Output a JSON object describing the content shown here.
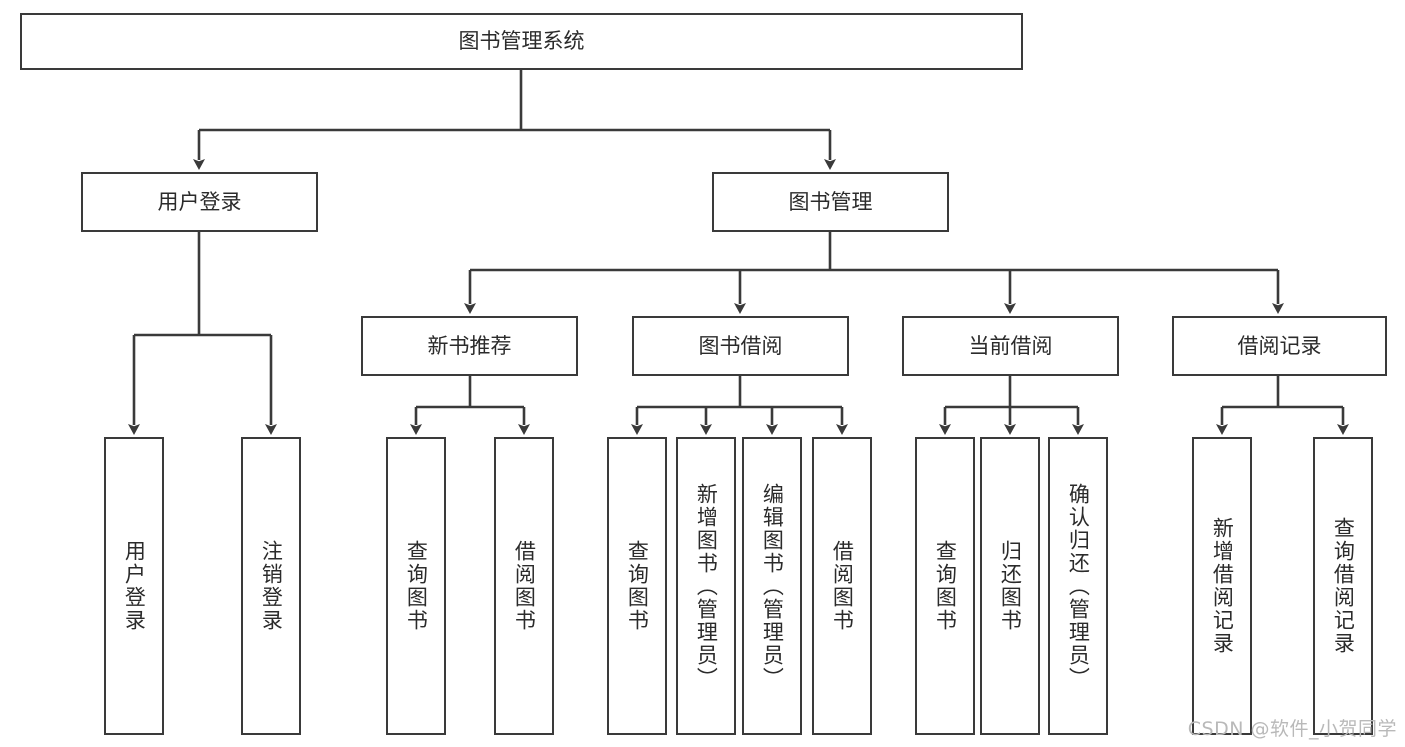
{
  "diagram": {
    "title": "图书管理系统",
    "type": "tree",
    "root": {
      "id": "root",
      "label": "图书管理系统"
    },
    "level1": [
      {
        "id": "user-login",
        "label": "用户登录"
      },
      {
        "id": "book-manage",
        "label": "图书管理"
      }
    ],
    "level2": [
      {
        "id": "new-book-recommend",
        "label": "新书推荐",
        "parent": "book-manage"
      },
      {
        "id": "book-borrow",
        "label": "图书借阅",
        "parent": "book-manage"
      },
      {
        "id": "current-borrow",
        "label": "当前借阅",
        "parent": "book-manage"
      },
      {
        "id": "borrow-record",
        "label": "借阅记录",
        "parent": "book-manage"
      }
    ],
    "leaves": [
      {
        "id": "leaf-user-login",
        "label": "用户登录",
        "parent": "user-login"
      },
      {
        "id": "leaf-logout-login",
        "label": "注销登录",
        "parent": "user-login"
      },
      {
        "id": "leaf-query-book-1",
        "label": "查询图书",
        "parent": "new-book-recommend"
      },
      {
        "id": "leaf-borrow-book-1",
        "label": "借阅图书",
        "parent": "new-book-recommend"
      },
      {
        "id": "leaf-query-book-2",
        "label": "查询图书",
        "parent": "book-borrow"
      },
      {
        "id": "leaf-add-book",
        "label": "新增图书（管理员）",
        "parent": "book-borrow"
      },
      {
        "id": "leaf-edit-book",
        "label": "编辑图书（管理员）",
        "parent": "book-borrow"
      },
      {
        "id": "leaf-borrow-book-2",
        "label": "借阅图书",
        "parent": "book-borrow"
      },
      {
        "id": "leaf-query-book-3",
        "label": "查询图书",
        "parent": "current-borrow"
      },
      {
        "id": "leaf-return-book",
        "label": "归还图书",
        "parent": "current-borrow"
      },
      {
        "id": "leaf-confirm-return",
        "label": "确认归还（管理员）",
        "parent": "current-borrow"
      },
      {
        "id": "leaf-add-record",
        "label": "新增借阅记录",
        "parent": "borrow-record"
      },
      {
        "id": "leaf-query-record",
        "label": "查询借阅记录",
        "parent": "borrow-record"
      }
    ],
    "watermark": "CSDN @软件_小贺同学",
    "colors": {
      "border": "#3a3a3a",
      "text": "#2b2b2b",
      "background": "#ffffff",
      "watermark": "#b9b9b9"
    }
  }
}
